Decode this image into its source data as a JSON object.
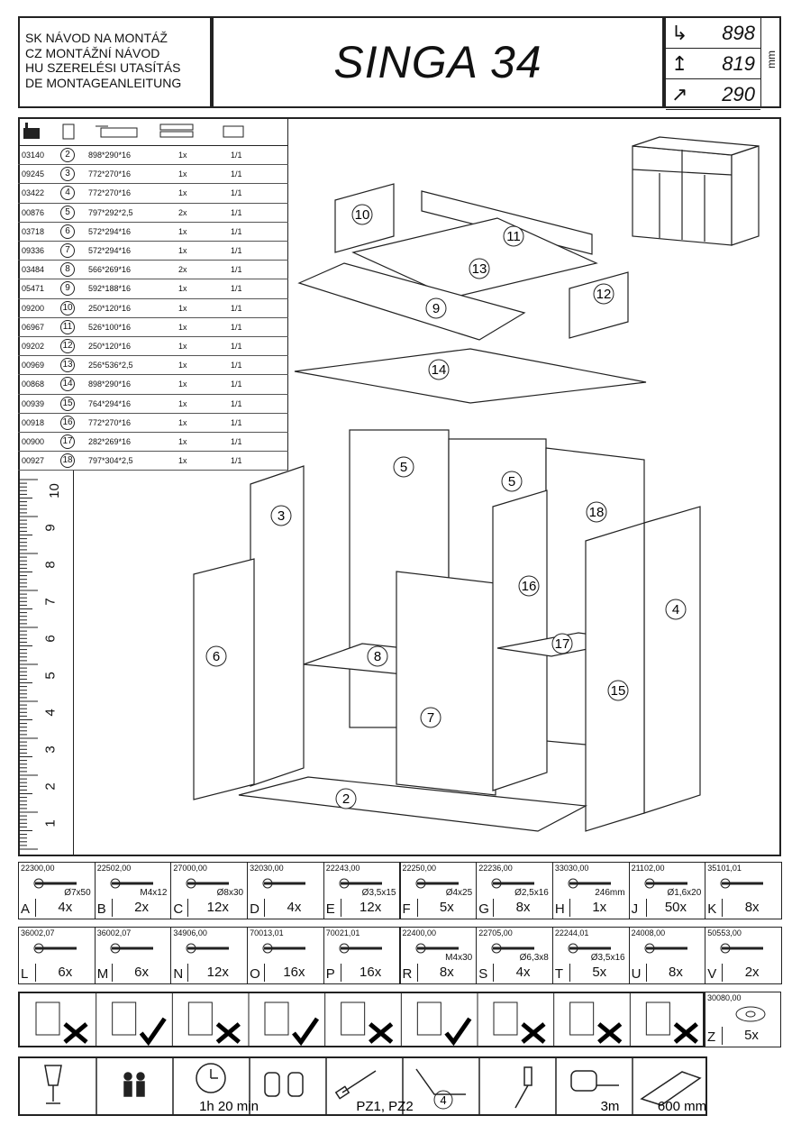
{
  "header": {
    "languages": [
      "SK NÁVOD NA MONTÁŽ",
      "CZ MONTÁŽNÍ NÁVOD",
      "HU SZERELÉSI UTASÍTÁS",
      "DE MONTAGEANLEITUNG"
    ],
    "title": "SINGA 34",
    "dimensions": [
      {
        "value": "898",
        "icon": "width-arrow-icon"
      },
      {
        "value": "819",
        "icon": "height-arrow-icon"
      },
      {
        "value": "290",
        "icon": "depth-arrow-icon"
      }
    ],
    "unit": "mm"
  },
  "parts": [
    {
      "code": "03140",
      "num": "2",
      "size": "898*290*16",
      "qty": "1x",
      "pack": "1/1"
    },
    {
      "code": "09245",
      "num": "3",
      "size": "772*270*16",
      "qty": "1x",
      "pack": "1/1"
    },
    {
      "code": "03422",
      "num": "4",
      "size": "772*270*16",
      "qty": "1x",
      "pack": "1/1"
    },
    {
      "code": "00876",
      "num": "5",
      "size": "797*292*2,5",
      "qty": "2x",
      "pack": "1/1"
    },
    {
      "code": "03718",
      "num": "6",
      "size": "572*294*16",
      "qty": "1x",
      "pack": "1/1"
    },
    {
      "code": "09336",
      "num": "7",
      "size": "572*294*16",
      "qty": "1x",
      "pack": "1/1"
    },
    {
      "code": "03484",
      "num": "8",
      "size": "566*269*16",
      "qty": "2x",
      "pack": "1/1"
    },
    {
      "code": "05471",
      "num": "9",
      "size": "592*188*16",
      "qty": "1x",
      "pack": "1/1"
    },
    {
      "code": "09200",
      "num": "10",
      "size": "250*120*16",
      "qty": "1x",
      "pack": "1/1"
    },
    {
      "code": "06967",
      "num": "11",
      "size": "526*100*16",
      "qty": "1x",
      "pack": "1/1"
    },
    {
      "code": "09202",
      "num": "12",
      "size": "250*120*16",
      "qty": "1x",
      "pack": "1/1"
    },
    {
      "code": "00969",
      "num": "13",
      "size": "256*536*2,5",
      "qty": "1x",
      "pack": "1/1"
    },
    {
      "code": "00868",
      "num": "14",
      "size": "898*290*16",
      "qty": "1x",
      "pack": "1/1"
    },
    {
      "code": "00939",
      "num": "15",
      "size": "764*294*16",
      "qty": "1x",
      "pack": "1/1"
    },
    {
      "code": "00918",
      "num": "16",
      "size": "772*270*16",
      "qty": "1x",
      "pack": "1/1"
    },
    {
      "code": "00900",
      "num": "17",
      "size": "282*269*16",
      "qty": "1x",
      "pack": "1/1"
    },
    {
      "code": "00927",
      "num": "18",
      "size": "797*304*2,5",
      "qty": "1x",
      "pack": "1/1"
    }
  ],
  "ruler": [
    "10",
    "9",
    "8",
    "7",
    "6",
    "5",
    "4",
    "3",
    "2",
    "1"
  ],
  "diagram_labels": [
    "10",
    "11",
    "13",
    "12",
    "9",
    "14",
    "5",
    "5",
    "18",
    "3",
    "16",
    "4",
    "6",
    "8",
    "17",
    "15",
    "7",
    "2"
  ],
  "hardware_row1": [
    {
      "code": "22300,00",
      "letter": "A",
      "qty": "4x",
      "spec": "Ø7x50"
    },
    {
      "code": "22502,00",
      "letter": "B",
      "qty": "2x",
      "spec": "M4x12"
    },
    {
      "code": "27000,00",
      "letter": "C",
      "qty": "12x",
      "spec": "Ø8x30"
    },
    {
      "code": "32030,00",
      "letter": "D",
      "qty": "4x",
      "spec": ""
    },
    {
      "code": "22243,00",
      "letter": "E",
      "qty": "12x",
      "spec": "Ø3,5x15"
    },
    {
      "code": "22250,00",
      "letter": "F",
      "qty": "5x",
      "spec": "Ø4x25"
    },
    {
      "code": "22236,00",
      "letter": "G",
      "qty": "8x",
      "spec": "Ø2,5x16"
    },
    {
      "code": "33030,00",
      "letter": "H",
      "qty": "1x",
      "spec": "246mm"
    },
    {
      "code": "21102,00",
      "letter": "J",
      "qty": "50x",
      "spec": "Ø1,6x20"
    },
    {
      "code": "35101,01",
      "letter": "K",
      "qty": "8x",
      "spec": ""
    }
  ],
  "hardware_row2": [
    {
      "code": "36002,07",
      "letter": "L",
      "qty": "6x",
      "spec": ""
    },
    {
      "code": "36002,07",
      "letter": "M",
      "qty": "6x",
      "spec": ""
    },
    {
      "code": "34906,00",
      "letter": "N",
      "qty": "12x",
      "spec": ""
    },
    {
      "code": "70013,01",
      "letter": "O",
      "qty": "16x",
      "spec": ""
    },
    {
      "code": "70021,01",
      "letter": "P",
      "qty": "16x",
      "spec": ""
    },
    {
      "code": "22400,00",
      "letter": "R",
      "qty": "8x",
      "spec": "M4x30"
    },
    {
      "code": "22705,00",
      "letter": "S",
      "qty": "4x",
      "spec": "Ø6,3x8"
    },
    {
      "code": "22244,01",
      "letter": "T",
      "qty": "5x",
      "spec": "Ø3,5x16"
    },
    {
      "code": "24008,00",
      "letter": "U",
      "qty": "8x",
      "spec": ""
    },
    {
      "code": "50553,00",
      "letter": "V",
      "qty": "2x",
      "spec": ""
    }
  ],
  "extra_part": {
    "code": "30080,00",
    "letter": "Z",
    "qty": "5x"
  },
  "care_icons": [
    "chemical-no-icon",
    "clean-yes-icon",
    "wet-cloth-no-icon",
    "damp-cloth-yes-icon",
    "door-open-no-icon",
    "door-closed-yes-icon",
    "door-ajar-no-icon",
    "sit-on-table-no-icon",
    "stand-on-table-no-icon"
  ],
  "assembly_info": {
    "time": "1h 20 min",
    "screwdriver": "PZ1, PZ2",
    "allen": "4",
    "tape": "3m",
    "level": "600 mm"
  }
}
